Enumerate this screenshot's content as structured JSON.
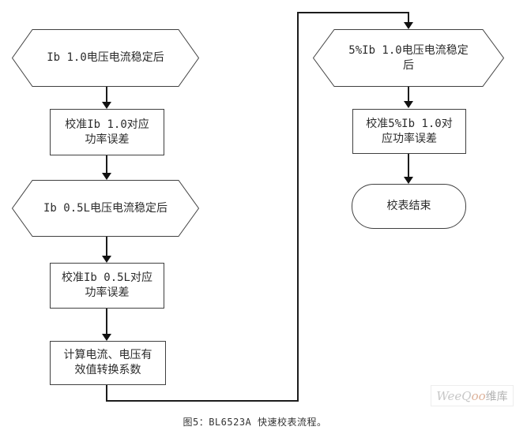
{
  "flowchart": {
    "nodes": {
      "hex_ib10": {
        "label": "Ib 1.0电压电流稳定后"
      },
      "rect_cal_ib10": {
        "line1": "校准Ib 1.0对应",
        "line2": "功率误差"
      },
      "hex_ib05l": {
        "label": "Ib 0.5L电压电流稳定后"
      },
      "rect_cal_ib05l": {
        "line1": "校准Ib 0.5L对应",
        "line2": "功率误差"
      },
      "rect_compute_rms": {
        "line1": "计算电流、电压有",
        "line2": "效值转换系数"
      },
      "hex_5pct_ib10": {
        "line1": "5%Ib 1.0电压电流稳定",
        "line2": "后"
      },
      "rect_cal_5pct_ib10": {
        "line1": "校准5%Ib 1.0对",
        "line2": "应功率误差"
      },
      "terminator_end": {
        "label": "校表结束"
      }
    },
    "colors": {
      "shape_border": "#404040",
      "connector_line": "#1c1c1c",
      "arrowhead": "#111111",
      "text": "#2b2b2b"
    }
  },
  "caption": "图5：BL6523A 快速校表流程。",
  "watermark": {
    "brand_gray": "WeeQ",
    "brand_accent": "oo",
    "brand_cjk": "维库",
    "accent_color": "#ddb29a"
  }
}
